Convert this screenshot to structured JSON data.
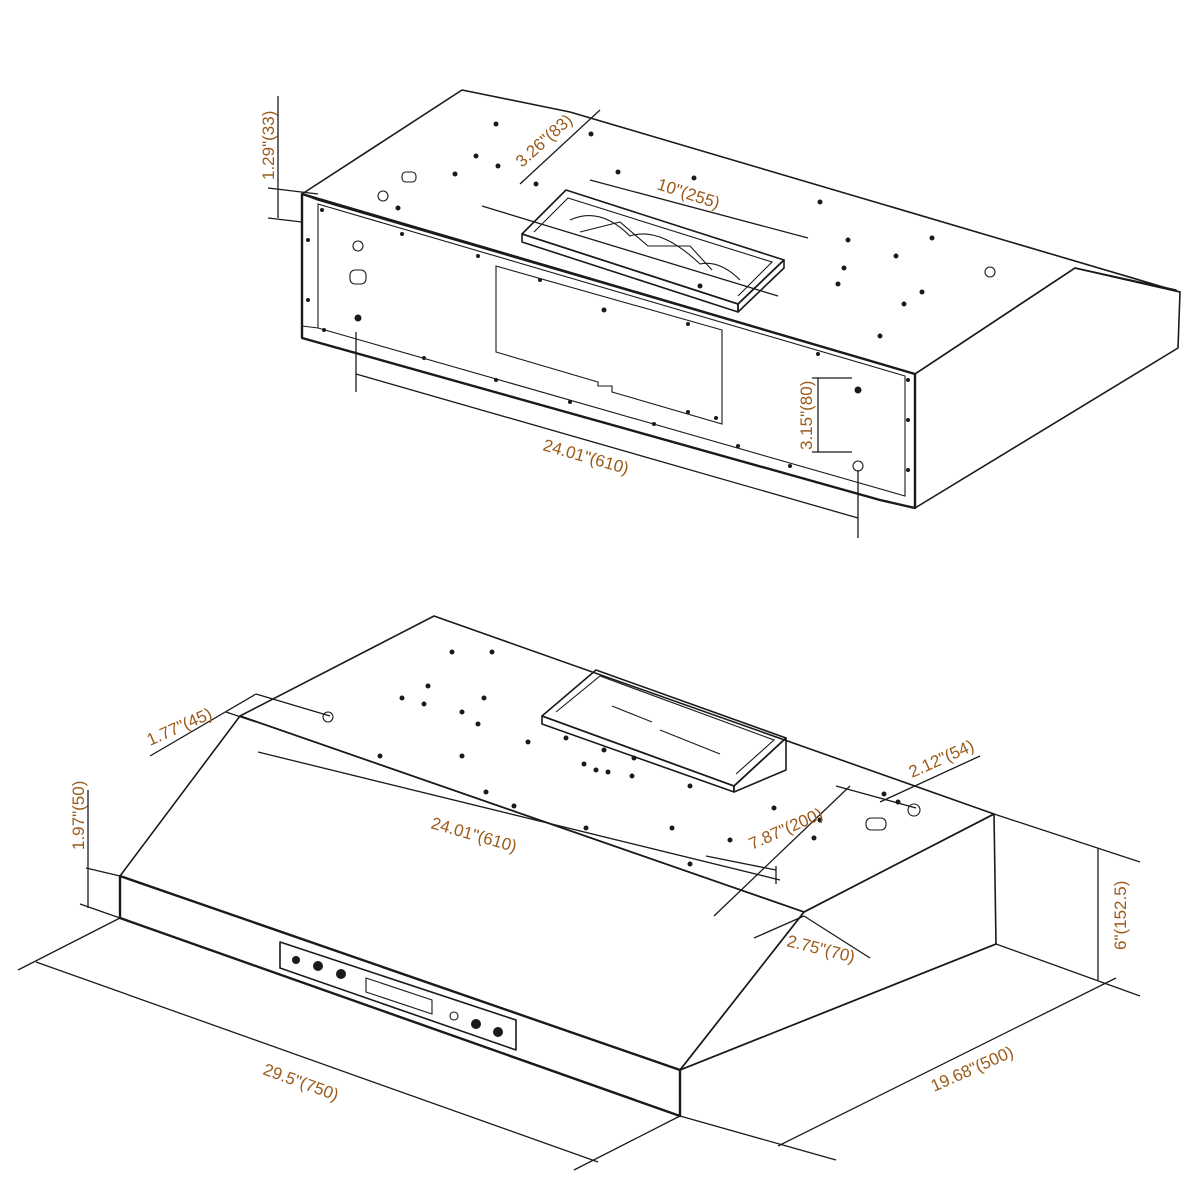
{
  "colors": {
    "dimension_text": "#9b5a1a",
    "line": "#1a1a1a",
    "background": "#ffffff"
  },
  "top_view": {
    "dims": {
      "flange_height": "1.29\"(33)",
      "duct_depth": "3.26\"(83)",
      "duct_width": "10\"(255)",
      "mount_spacing": "24.01\"(610)",
      "side_hole_spacing": "3.15\"(80)"
    }
  },
  "front_view": {
    "dims": {
      "rear_offset_left": "1.77\"(45)",
      "mount_spacing": "24.01\"(610)",
      "rear_offset_right": "2.12\"(54)",
      "duct_offset": "7.87\"(200)",
      "front_offset": "2.75\"(70)",
      "front_height": "1.97\"(50)",
      "total_height": "6\"(152.5)",
      "width": "29.5\"(750)",
      "depth": "19.68\"(500)"
    }
  }
}
